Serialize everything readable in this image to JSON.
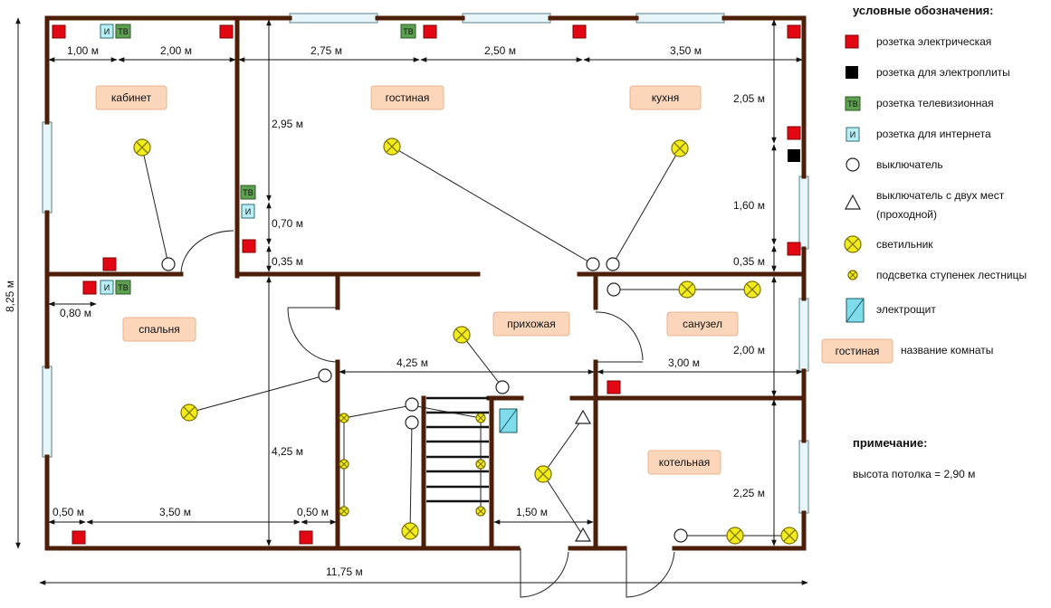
{
  "rooms": {
    "office": "кабинет",
    "living": "гостиная",
    "kitchen": "кухня",
    "bedroom": "спальня",
    "hall": "прихожая",
    "bathroom": "санузел",
    "boiler": "котельная"
  },
  "dimensions": {
    "d1": "1,00 м",
    "d2": "2,00 м",
    "d3": "2,75 м",
    "d4": "2,50 м",
    "d5": "3,50 м",
    "d6": "2,95 м",
    "d7": "0,70 м",
    "d8": "0,35 м",
    "d9": "2,05 м",
    "d10": "1,60 м",
    "d11": "0,35 м",
    "d12": "0,80 м",
    "d13": "4,25 м",
    "d14": "3,00 м",
    "d15": "2,00 м",
    "d16": "4,25 м",
    "d17": "2,25 м",
    "d18": "0,50 м",
    "d19": "3,50 м",
    "d20": "0,50 м",
    "d21": "1,50 м",
    "d22": "11,75 м",
    "d23": "8,25 м"
  },
  "symbols": {
    "tv": "ТВ",
    "net": "И"
  },
  "legend": {
    "title": "условные обозначения:",
    "items": [
      "розетка электрическая",
      "розетка для электроплиты",
      "розетка телевизионная",
      "розетка для интернета",
      "выключатель",
      "выключатель с двух мест",
      "(проходной)",
      "светильник",
      "подсветка ступенек лестницы",
      "электрощит",
      "название комнаты"
    ],
    "room_sample": "гостиная"
  },
  "note": {
    "title": "примечание:",
    "text": "высота потолка = 2,90 м"
  },
  "colors": {
    "wall": "#4d1f08",
    "socket": "#e30613",
    "tv": "#5da04f",
    "internet": "#b9eef5",
    "lamp": "#f2ec1c",
    "room_label": "#fbd6bb"
  }
}
